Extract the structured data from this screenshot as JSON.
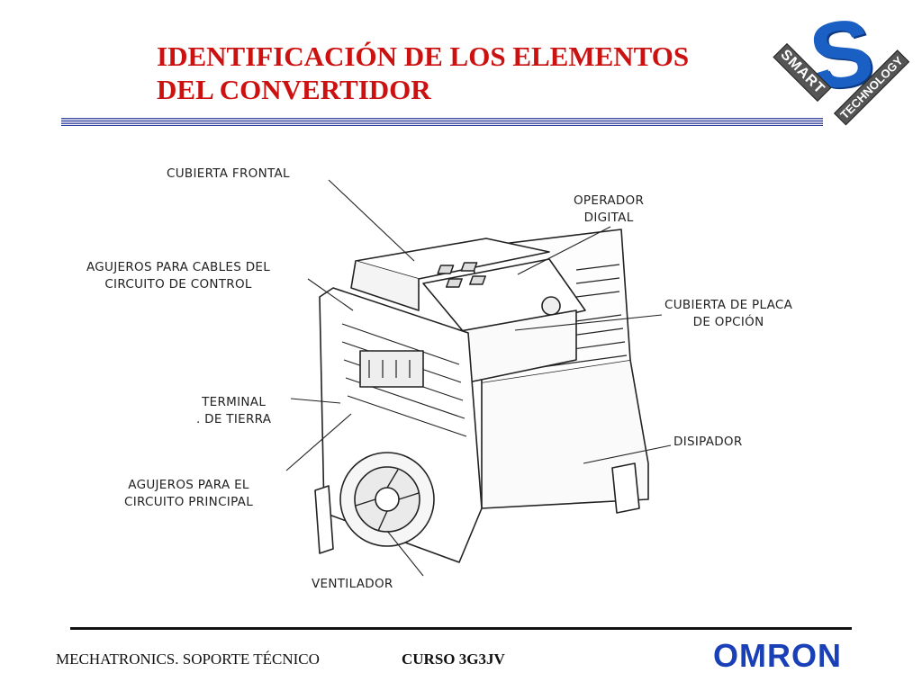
{
  "title": {
    "line1": "IDENTIFICACIÓN DE LOS ELEMENTOS",
    "line2": "DEL CONVERTIDOR"
  },
  "logo": {
    "letter": "S",
    "word1": "SMART",
    "word2": "TECHNOLOGY",
    "color": "#1a5fc4"
  },
  "diagram": {
    "labels": {
      "cubierta_frontal": "CUBIERTA FRONTAL",
      "operador_digital": [
        "OPERADOR",
        "DIGITAL"
      ],
      "agujeros_control": [
        "AGUJEROS PARA CABLES DEL",
        "CIRCUITO DE CONTROL"
      ],
      "cubierta_placa": [
        "CUBIERTA DE PLACA",
        "DE OPCIÓN"
      ],
      "terminal_tierra": [
        "TERMINAL",
        ". DE TIERRA"
      ],
      "disipador": "DISIPADOR",
      "agujeros_principal": [
        "AGUJEROS PARA EL",
        "CIRCUITO PRINCIPAL"
      ],
      "ventilador": "VENTILADOR"
    }
  },
  "footer": {
    "left": "MECHATRONICS. SOPORTE TÉCNICO",
    "course": "CURSO 3G3JV",
    "brand": "OMRON",
    "brand_color": "#1a40b8"
  }
}
